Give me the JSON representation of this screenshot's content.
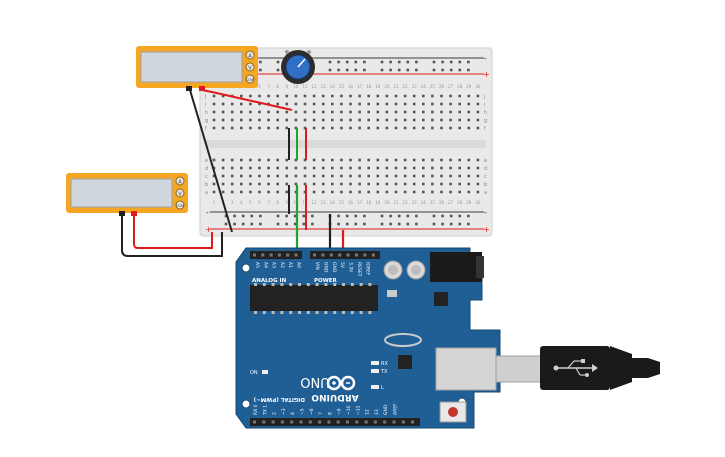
{
  "multimeters": [
    {
      "id": "top",
      "terminals": [
        "A",
        "V",
        "COM"
      ]
    },
    {
      "id": "left",
      "terminals": [
        "A",
        "V",
        "COM"
      ]
    }
  ],
  "breadboard": {
    "row_letters_top": [
      "j",
      "i",
      "h",
      "g",
      "f"
    ],
    "row_letters_bottom": [
      "e",
      "d",
      "c",
      "b",
      "a"
    ],
    "column_numbers": [
      "1",
      "2",
      "3",
      "4",
      "5",
      "6",
      "7",
      "8",
      "9",
      "10",
      "11",
      "12",
      "13",
      "14",
      "15",
      "16",
      "17",
      "18",
      "19",
      "20",
      "21",
      "22",
      "23",
      "24",
      "25",
      "26",
      "27",
      "28",
      "29",
      "30"
    ],
    "rail_plus": "+",
    "rail_minus": "-"
  },
  "arduino": {
    "brand": "ARDUINO",
    "model": "UNO",
    "analog_header_label": "ANALOG IN",
    "analog_pins": [
      "A5",
      "A4",
      "A3",
      "A2",
      "A1",
      "A0"
    ],
    "power_header_label": "POWER",
    "power_pins": [
      "VIN",
      "GND",
      "GND",
      "5V",
      "3.3V",
      "RESET",
      "IOREF"
    ],
    "digital_header_label": "DIGITAL (PWM~)",
    "digital_pins": [
      "RX 0",
      "TX 1",
      "2",
      "~3",
      "4",
      "~5",
      "~6",
      "7",
      "8",
      "~9",
      "~10",
      "~11",
      "12",
      "13",
      "GND",
      "AREF"
    ],
    "led_labels": [
      "RX",
      "TX",
      "L"
    ],
    "on_label": "ON"
  },
  "colors": {
    "wire_red": "#e01b1b",
    "wire_black": "#222222",
    "wire_green": "#1fa32a",
    "board_blue": "#1f5f96",
    "multimeter_frame": "#f5a623",
    "breadboard_body": "#e9e9e9"
  }
}
